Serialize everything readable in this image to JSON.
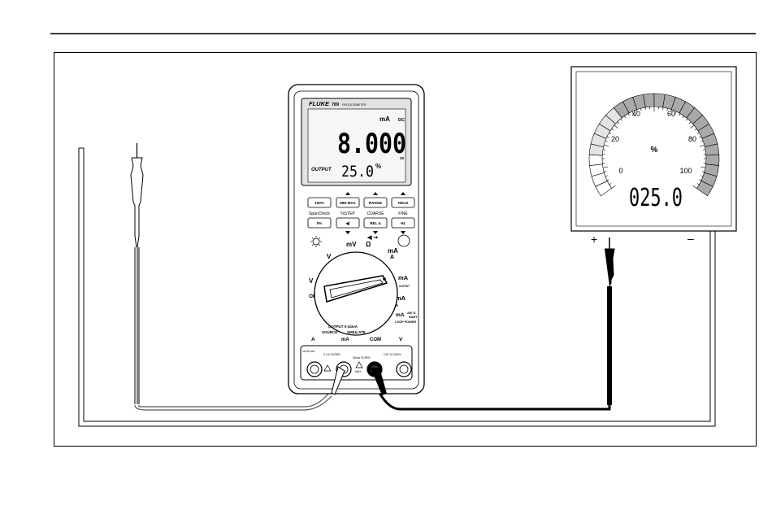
{
  "meter": {
    "brand": "FLUKE",
    "model": "789",
    "model_sub": "PROCESSMETER",
    "display": {
      "main_value": "8.000",
      "main_unit": "mA",
      "mode_badge": "DC",
      "small_indicator": "30",
      "output_label": "OUTPUT",
      "secondary_value": "25.0",
      "secondary_unit": "%"
    },
    "buttons": {
      "b100": "100%",
      "minmax": "MIN MAX",
      "range": "RANGE",
      "hold": "HOLD",
      "b0": "0%",
      "speaker": "◀)",
      "rel": "REL Δ",
      "hz": "Hz"
    },
    "button_captions": {
      "spancheck": "SpanCheck",
      "step": "%STEP",
      "coarse": "COARSE",
      "fine": "FINE"
    },
    "dial": {
      "v_ac": "V",
      "v_dc": "V",
      "mv": "mV",
      "ohm": "Ω",
      "ma_a": "mA",
      "a": "A",
      "ma_out": "mA",
      "output_small": "OUTPUT",
      "ma_meas": "mA",
      "ma_meas_sub": "A",
      "loop_ma": "mA",
      "loop_250": "250 Ω",
      "loop_hart": "HART",
      "loop_power": "LOOP POWER",
      "off": "OFF"
    },
    "bottom_labels": {
      "output_range": "OUTPUT 0-24mA",
      "source": "SOURCE",
      "simulate": "SIMULATE",
      "a_term": "A",
      "ma_term": "mA",
      "com": "COM",
      "v_term": "V"
    },
    "jack_labels": {
      "fuse_a": "1A 30 sec",
      "fuse_ma": "0.4 A FUSED",
      "fuse_mid": "30mA FUSED",
      "max": "MAX",
      "cat": "CAT III 1000V"
    }
  },
  "gauge": {
    "ticks": [
      "0",
      "20",
      "40",
      "60",
      "80",
      "100"
    ],
    "unit": "%",
    "readout": "025.0",
    "terminal_plus": "+",
    "terminal_minus": "–"
  }
}
